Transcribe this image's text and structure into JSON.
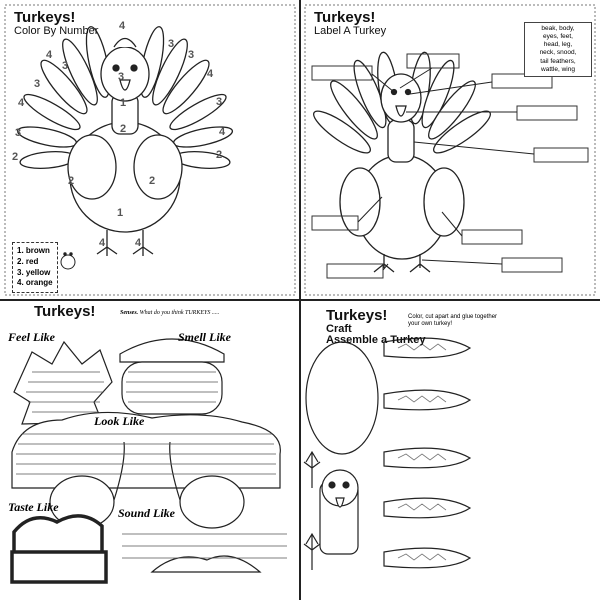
{
  "panels": {
    "color_by_number": {
      "title": "Turkeys!",
      "subtitle": "Color By Number",
      "numbers": [
        "4",
        "3",
        "2",
        "1"
      ],
      "legend": [
        "1. brown",
        "2.  red",
        "3. yellow",
        "4. orange"
      ]
    },
    "label_turkey": {
      "title": "Turkeys!",
      "subtitle": "Label A Turkey",
      "word_bank": [
        "beak, body,",
        "eyes, feet,",
        "head, leg,",
        "neck, snood,",
        "tail feathers,",
        "wattle, wing"
      ]
    },
    "senses": {
      "title": "Turkeys!",
      "prompt_label": "Senses.",
      "prompt_text": "What do you think TURKEYS .....",
      "feel": "Feel Like",
      "smell": "Smell Like",
      "look": "Look Like",
      "taste": "Taste Like",
      "sound": "Sound Like"
    },
    "craft": {
      "title": "Turkeys!",
      "subtitle1": "Craft",
      "subtitle2": "Assemble a Turkey",
      "note": "Color, cut apart and glue together your own turkey!"
    }
  },
  "colors": {
    "line": "#222222",
    "num": "#555555",
    "paper": "#ffffff"
  }
}
